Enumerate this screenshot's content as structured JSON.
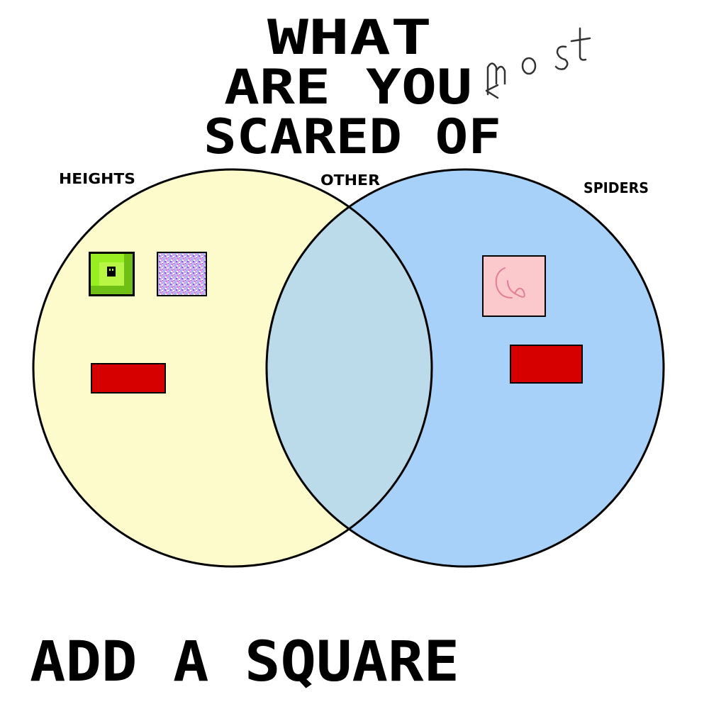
{
  "title": {
    "lines": [
      "WHAT",
      "ARE YOU",
      "SCARED OF"
    ],
    "handwritten_insert": "most"
  },
  "labels": {
    "left": "HEIGHTS",
    "middle": "OTHER",
    "right": "SPIDERS"
  },
  "footer": "ADD A SQUARE",
  "colors": {
    "background": "#ffffff",
    "left_circle_fill": "#fdfbcb",
    "right_circle_fill": "#a7d1f8",
    "overlap_fill": "#bcdbea",
    "outline": "#000000",
    "green_square": "#99ee22",
    "green_square_dark": "#4d8a10",
    "noise_square": "#c5a8ea",
    "pink_square": "#fbc8cb",
    "pink_scribble": "#e27f95",
    "red_rect": "#d60000",
    "handwriting": "#333333"
  },
  "items": {
    "left": [
      "green-pixel-square",
      "purple-noise-square",
      "red-rectangle"
    ],
    "right": [
      "pink-scribble-square",
      "red-rectangle"
    ]
  }
}
